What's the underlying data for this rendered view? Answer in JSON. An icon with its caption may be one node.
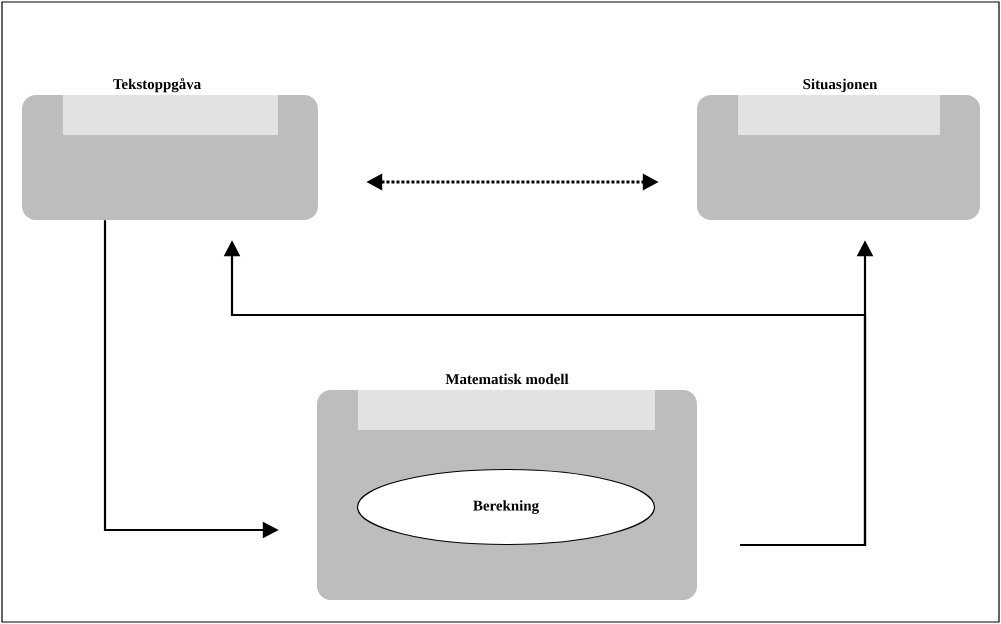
{
  "diagram": {
    "nodes": [
      {
        "text": [
          "Tekstoppgåva"
        ]
      },
      {
        "text": [
          "Situasjonen"
        ]
      },
      {
        "text": [
          "Matematisk modell"
        ]
      },
      {
        "text": [
          "Berekning"
        ],
        "in": 2
      }
    ],
    "edges": [
      {
        "from": 0,
        "to": 1,
        "arrow": "both",
        "style": "dashed"
      },
      {
        "from": 0,
        "to": 2,
        "arrow": "to"
      },
      {
        "from": 2,
        "to": 1,
        "arrow": "to"
      },
      {
        "from": 2,
        "to": 0,
        "arrow": "to"
      }
    ]
  }
}
